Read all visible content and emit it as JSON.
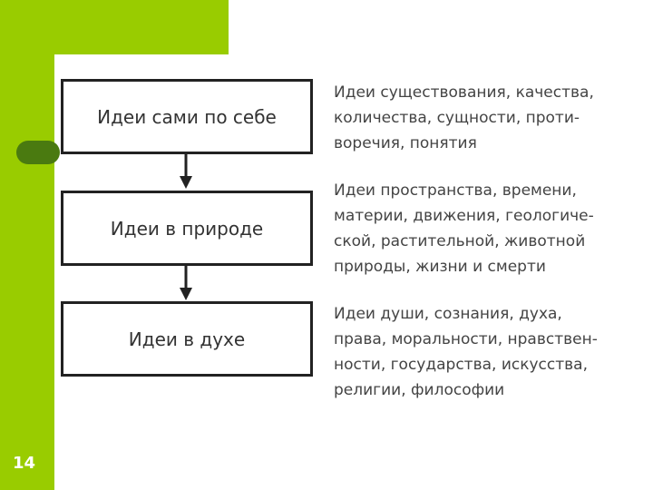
{
  "slide": {
    "number": "14"
  },
  "stages": [
    {
      "label": "Идеи сами по себе",
      "lines": [
        "Идеи существования, качества,",
        "количества, сущности, проти-",
        "воречия, понятия"
      ]
    },
    {
      "label": "Идеи в природе",
      "lines": [
        "Идеи пространства, времени,",
        "материи, движения, геологиче-",
        "ской, растительной, животной",
        "природы, жизни и смерти"
      ]
    },
    {
      "label": "Идеи в духе",
      "lines": [
        "Идеи души, сознания, духа,",
        "права, моральности, нравствен-",
        "ности, государства, искусства,",
        "религии, философии"
      ]
    }
  ],
  "colors": {
    "accent": "#99cc00",
    "accent_dark": "#4a7a10",
    "box_border": "#222222"
  }
}
